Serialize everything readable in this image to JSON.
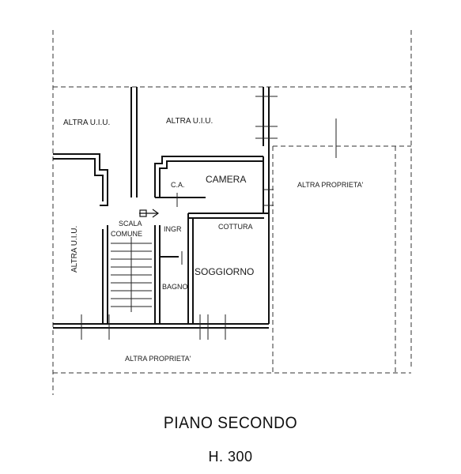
{
  "plan": {
    "labels": {
      "altra_uiu_top_left": "ALTRA U.I.U.",
      "altra_uiu_top_center": "ALTRA U.I.U.",
      "altra_uiu_left": "ALTRA U.I.U.",
      "altra_proprieta_right": "ALTRA PROPRIETA'",
      "altra_proprieta_bottom": "ALTRA PROPRIETA'",
      "ca": "C.A.",
      "camera": "CAMERA",
      "scala": "SCALA",
      "comune": "COMUNE",
      "ingr": "INGR",
      "cottura": "COTTURA",
      "soggiorno": "SOGGIORNO",
      "bagno": "BAGNO"
    }
  },
  "footer": {
    "title": "PIANO SECONDO",
    "height": "H. 300"
  }
}
